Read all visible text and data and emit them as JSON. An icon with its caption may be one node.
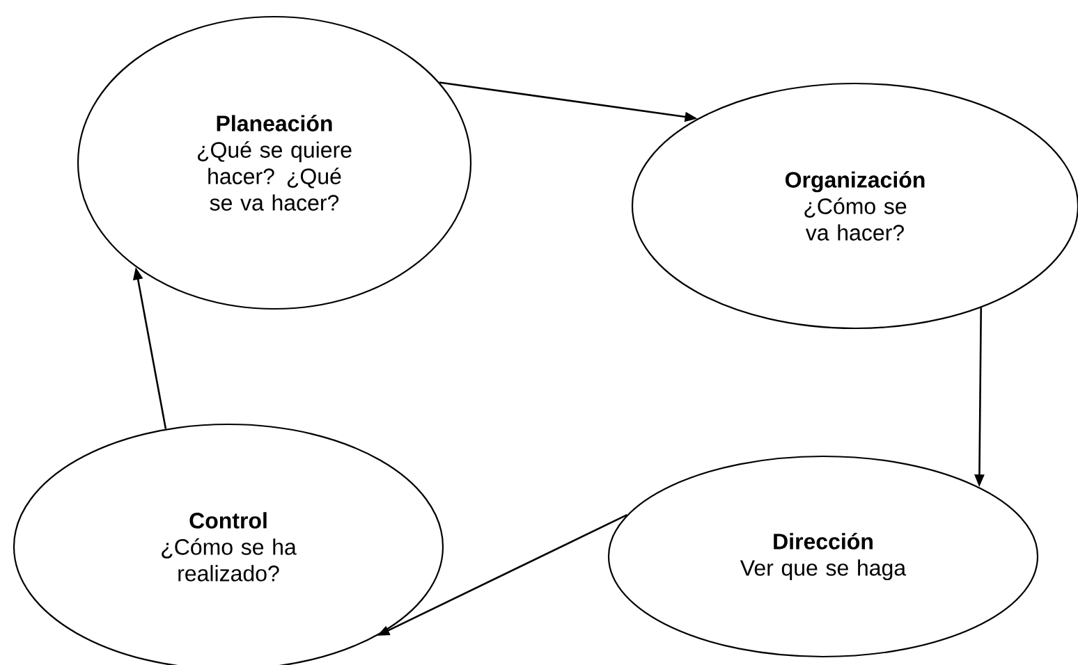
{
  "diagram": {
    "nodes": [
      {
        "text": [
          "Planeación",
          "¿Qué se quiere hacer? ¿Qué se va hacer?"
        ]
      },
      {
        "text": [
          "Organización",
          "¿Cómo se va hacer?"
        ]
      },
      {
        "text": [
          "Dirección",
          "Ver que se haga"
        ]
      },
      {
        "text": [
          "Control",
          "¿Cómo se ha realizado?"
        ]
      }
    ],
    "edges": [
      {
        "from": 0,
        "to": 1,
        "arrow": "to"
      },
      {
        "from": 1,
        "to": 2,
        "arrow": "to"
      },
      {
        "from": 2,
        "to": 3,
        "arrow": "to"
      },
      {
        "from": 3,
        "to": 0,
        "arrow": "to"
      }
    ]
  }
}
